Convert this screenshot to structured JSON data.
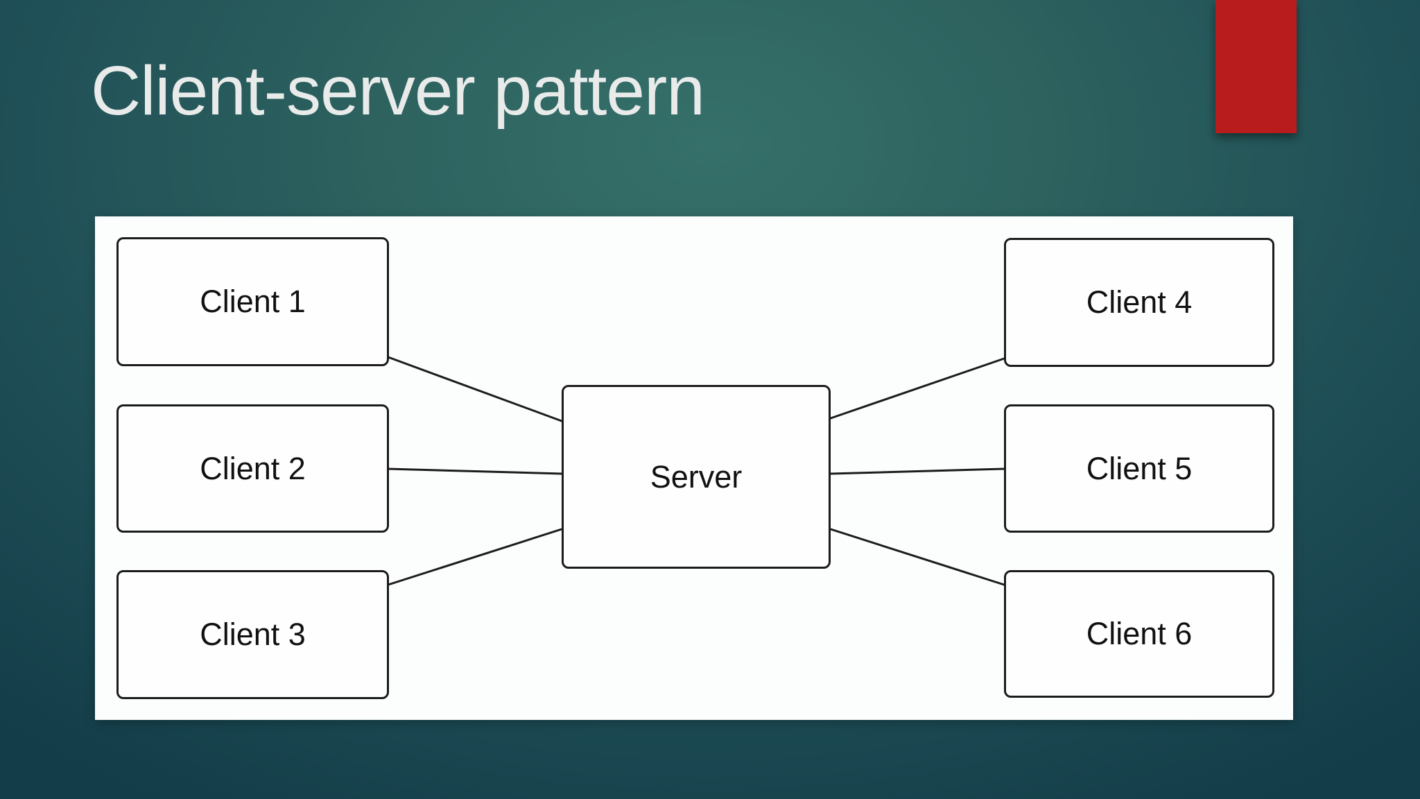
{
  "slide": {
    "title": "Client-server pattern",
    "accent_tab_color": "#b91c1c",
    "background_base_color": "#2d625f",
    "background_corner_color": "#133d49",
    "panel_color": "#fcfdfd",
    "connector_color": "#1c1c1c"
  },
  "diagram": {
    "type": "client-server",
    "server": {
      "label": "Server"
    },
    "clients": [
      {
        "label": "Client 1"
      },
      {
        "label": "Client 2"
      },
      {
        "label": "Client 3"
      },
      {
        "label": "Client 4"
      },
      {
        "label": "Client 5"
      },
      {
        "label": "Client 6"
      }
    ],
    "edges": [
      {
        "from": "Client 1",
        "to": "Server"
      },
      {
        "from": "Client 2",
        "to": "Server"
      },
      {
        "from": "Client 3",
        "to": "Server"
      },
      {
        "from": "Client 4",
        "to": "Server"
      },
      {
        "from": "Client 5",
        "to": "Server"
      },
      {
        "from": "Client 6",
        "to": "Server"
      }
    ]
  }
}
